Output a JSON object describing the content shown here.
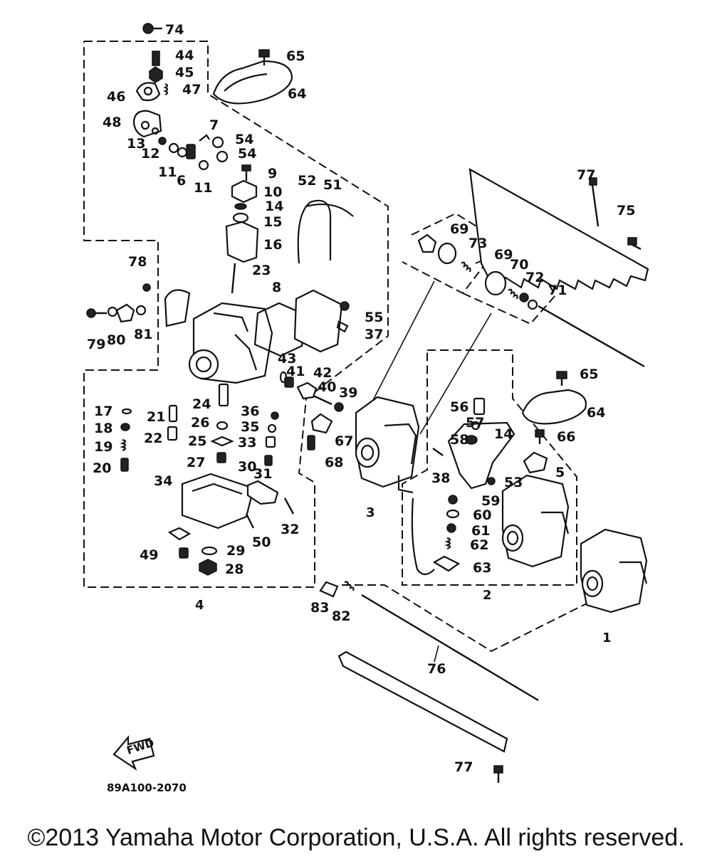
{
  "labels": [
    {
      "id": "74",
      "text": "74"
    },
    {
      "id": "65a",
      "text": "65"
    },
    {
      "id": "44",
      "text": "44"
    },
    {
      "id": "45",
      "text": "45"
    },
    {
      "id": "46",
      "text": "46"
    },
    {
      "id": "47",
      "text": "47"
    },
    {
      "id": "64a",
      "text": "64"
    },
    {
      "id": "48",
      "text": "48"
    },
    {
      "id": "7",
      "text": "7"
    },
    {
      "id": "54a",
      "text": "54"
    },
    {
      "id": "54b",
      "text": "54"
    },
    {
      "id": "13",
      "text": "13"
    },
    {
      "id": "12",
      "text": "12"
    },
    {
      "id": "11a",
      "text": "11"
    },
    {
      "id": "6",
      "text": "6"
    },
    {
      "id": "11b",
      "text": "11"
    },
    {
      "id": "9",
      "text": "9"
    },
    {
      "id": "10",
      "text": "10"
    },
    {
      "id": "52",
      "text": "52"
    },
    {
      "id": "51",
      "text": "51"
    },
    {
      "id": "14a",
      "text": "14"
    },
    {
      "id": "15",
      "text": "15"
    },
    {
      "id": "16",
      "text": "16"
    },
    {
      "id": "23",
      "text": "23"
    },
    {
      "id": "77a",
      "text": "77"
    },
    {
      "id": "75",
      "text": "75"
    },
    {
      "id": "69a",
      "text": "69"
    },
    {
      "id": "73",
      "text": "73"
    },
    {
      "id": "69b",
      "text": "69"
    },
    {
      "id": "70",
      "text": "70"
    },
    {
      "id": "72",
      "text": "72"
    },
    {
      "id": "71",
      "text": "71"
    },
    {
      "id": "78",
      "text": "78"
    },
    {
      "id": "8",
      "text": "8"
    },
    {
      "id": "55",
      "text": "55"
    },
    {
      "id": "37",
      "text": "37"
    },
    {
      "id": "79",
      "text": "79"
    },
    {
      "id": "80",
      "text": "80"
    },
    {
      "id": "81",
      "text": "81"
    },
    {
      "id": "43",
      "text": "43"
    },
    {
      "id": "41",
      "text": "41"
    },
    {
      "id": "42",
      "text": "42"
    },
    {
      "id": "40",
      "text": "40"
    },
    {
      "id": "39",
      "text": "39"
    },
    {
      "id": "65b",
      "text": "65"
    },
    {
      "id": "17",
      "text": "17"
    },
    {
      "id": "21",
      "text": "21"
    },
    {
      "id": "24",
      "text": "24"
    },
    {
      "id": "36",
      "text": "36"
    },
    {
      "id": "56",
      "text": "56"
    },
    {
      "id": "64b",
      "text": "64"
    },
    {
      "id": "18",
      "text": "18"
    },
    {
      "id": "26",
      "text": "26"
    },
    {
      "id": "35",
      "text": "35"
    },
    {
      "id": "57",
      "text": "57"
    },
    {
      "id": "22",
      "text": "22"
    },
    {
      "id": "25",
      "text": "25"
    },
    {
      "id": "33",
      "text": "33"
    },
    {
      "id": "67",
      "text": "67"
    },
    {
      "id": "58",
      "text": "58"
    },
    {
      "id": "14b",
      "text": "14"
    },
    {
      "id": "66",
      "text": "66"
    },
    {
      "id": "19",
      "text": "19"
    },
    {
      "id": "27",
      "text": "27"
    },
    {
      "id": "68",
      "text": "68"
    },
    {
      "id": "20",
      "text": "20"
    },
    {
      "id": "30",
      "text": "30"
    },
    {
      "id": "5",
      "text": "5"
    },
    {
      "id": "31",
      "text": "31"
    },
    {
      "id": "38",
      "text": "38"
    },
    {
      "id": "34",
      "text": "34"
    },
    {
      "id": "53",
      "text": "53"
    },
    {
      "id": "3",
      "text": "3"
    },
    {
      "id": "59",
      "text": "59"
    },
    {
      "id": "32",
      "text": "32"
    },
    {
      "id": "60",
      "text": "60"
    },
    {
      "id": "61",
      "text": "61"
    },
    {
      "id": "50",
      "text": "50"
    },
    {
      "id": "62",
      "text": "62"
    },
    {
      "id": "49",
      "text": "49"
    },
    {
      "id": "29",
      "text": "29"
    },
    {
      "id": "28",
      "text": "28"
    },
    {
      "id": "63",
      "text": "63"
    },
    {
      "id": "4",
      "text": "4"
    },
    {
      "id": "2",
      "text": "2"
    },
    {
      "id": "83",
      "text": "83"
    },
    {
      "id": "82",
      "text": "82"
    },
    {
      "id": "1",
      "text": "1"
    },
    {
      "id": "76",
      "text": "76"
    },
    {
      "id": "77b",
      "text": "77"
    }
  ],
  "fwd_text": "FWD",
  "diagram_code": "89A100-2070",
  "copyright": "©2013 Yamaha Motor Corporation, U.S.A. All rights reserved."
}
